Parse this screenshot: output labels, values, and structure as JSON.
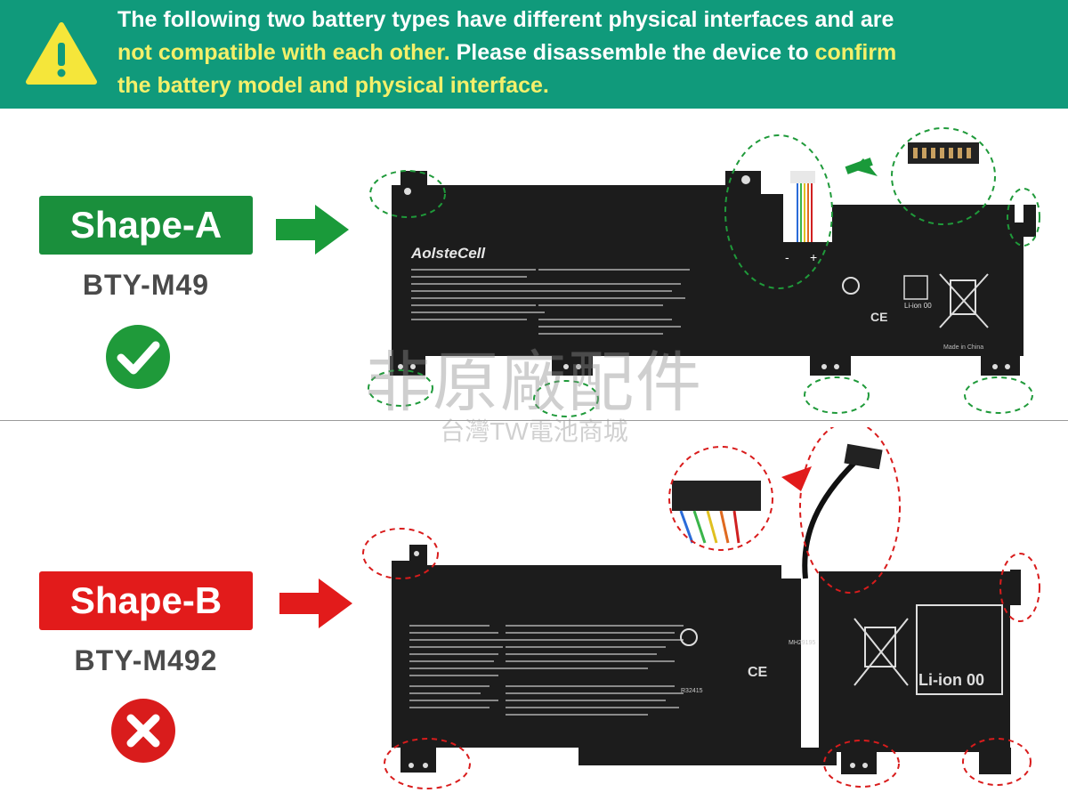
{
  "banner": {
    "line1": "The following two battery types have different physical interfaces and are",
    "line2_highlight": "not compatible with each other.",
    "line2_normal": " Please disassemble the device to ",
    "line2_highlight_end": "confirm",
    "line3_highlight": "the battery model and physical interface."
  },
  "shape_a": {
    "label": "Shape-A",
    "model": "BTY-M49",
    "status": "compatible",
    "brand": "AolsteCell",
    "polarity_neg": "-",
    "polarity_pos": "+",
    "made_in": "Made in China",
    "ce": "CE",
    "li_ion": "Li-ion 00"
  },
  "shape_b": {
    "label": "Shape-B",
    "model": "BTY-M492",
    "status": "not compatible",
    "ce": "CE",
    "li_ion": "Li-ion 00",
    "cert_code": "MH29195",
    "r_code": "R32415"
  },
  "watermark": {
    "main": "非原廠配件",
    "sub": "台灣TW電池商城"
  },
  "colors": {
    "banner_bg": "#109a7b",
    "highlight_text": "#f4f06a",
    "shape_a": "#1a8f3c",
    "shape_b": "#e21b1b",
    "battery_body": "#1c1c1c",
    "good_marker": "#1f9a3a",
    "bad_marker": "#d91c1c"
  }
}
